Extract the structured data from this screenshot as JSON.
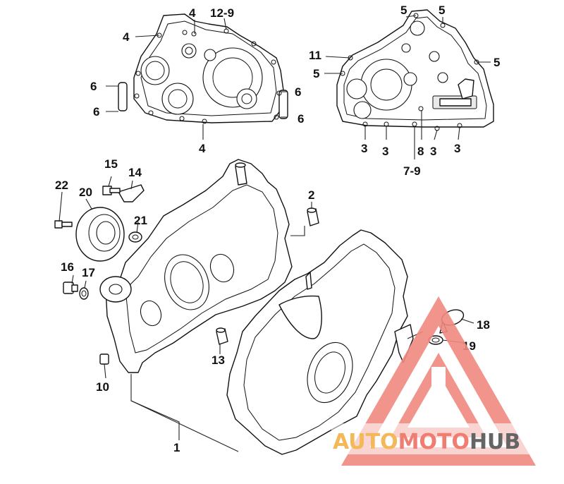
{
  "diagram": {
    "callouts": {
      "top_left": {
        "c4a": "4",
        "c4b": "4",
        "c129": "12-9",
        "c6a": "6",
        "c6b": "6",
        "c6c": "6",
        "c6d": "6",
        "c4c": "4"
      },
      "top_right": {
        "c5a": "5",
        "c5b": "5",
        "c11": "11",
        "c5c": "5",
        "c5d": "5",
        "c3a": "3",
        "c3b": "3",
        "c8": "8",
        "c3c": "3",
        "c3d": "3",
        "c79": "7-9"
      },
      "main": {
        "c15": "15",
        "c14": "14",
        "c22": "22",
        "c20": "20",
        "c21": "21",
        "c2": "2",
        "c16": "16",
        "c17": "17",
        "c18": "18",
        "c19": "19",
        "c13": "13",
        "c10": "10",
        "c1": "1"
      }
    }
  },
  "watermark": {
    "part1": "AUTO",
    "part2": "MOTO",
    "part3": "HUB",
    "colors": {
      "triangle": "#f08a80",
      "auto": "#f2b248",
      "moto": "#ef6f62",
      "hub": "#555555"
    }
  }
}
